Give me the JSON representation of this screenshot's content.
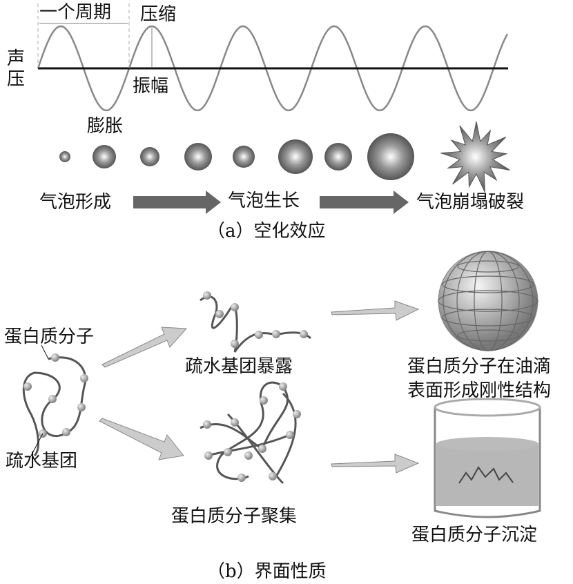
{
  "part_a": {
    "period_label": "一个周期",
    "compression_label": "压缩",
    "pressure_label_1": "声",
    "pressure_label_2": "压",
    "amplitude_label": "振幅",
    "expansion_label": "膨胀",
    "stage_1": "气泡形成",
    "stage_2": "气泡生长",
    "stage_3": "气泡崩塌破裂",
    "caption": "（a）空化效应"
  },
  "part_b": {
    "protein_label": "蛋白质分子",
    "hydrophobic_label": "疏水基团",
    "exposed_label": "疏水基团暴露",
    "aggregate_label": "蛋白质分子聚集",
    "rigid_label_1": "蛋白质分子在油滴",
    "rigid_label_2": "表面形成刚性结构",
    "precipitate_label": "蛋白质分子沉淀",
    "caption": "（b）界面性质"
  },
  "colors": {
    "wave": "#888888",
    "axis": "#111111",
    "arrow": "#666666",
    "bead": "#aaaaaa"
  }
}
